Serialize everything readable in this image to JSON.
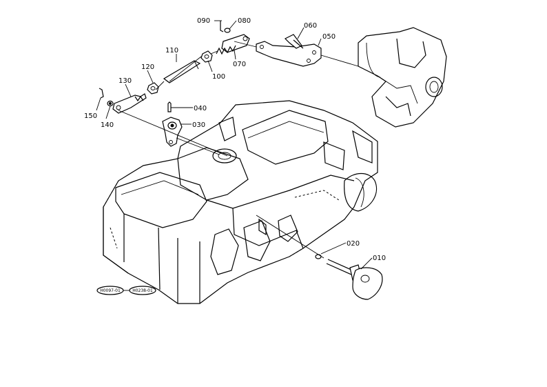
{
  "callouts": [
    {
      "id": "090",
      "text": "090"
    },
    {
      "id": "080",
      "text": "080"
    },
    {
      "id": "060",
      "text": "060"
    },
    {
      "id": "050",
      "text": "050"
    },
    {
      "id": "110",
      "text": "110"
    },
    {
      "id": "120",
      "text": "120"
    },
    {
      "id": "130",
      "text": "130"
    },
    {
      "id": "100",
      "text": "100"
    },
    {
      "id": "070",
      "text": "070"
    },
    {
      "id": "150",
      "text": "150"
    },
    {
      "id": "140",
      "text": "140"
    },
    {
      "id": "040",
      "text": "040"
    },
    {
      "id": "030",
      "text": "030"
    },
    {
      "id": "020",
      "text": "020"
    },
    {
      "id": "010",
      "text": "010"
    }
  ],
  "references": [
    {
      "id": "ref1",
      "text": "H0097-01"
    },
    {
      "id": "ref2",
      "text": "H0238-01"
    }
  ]
}
